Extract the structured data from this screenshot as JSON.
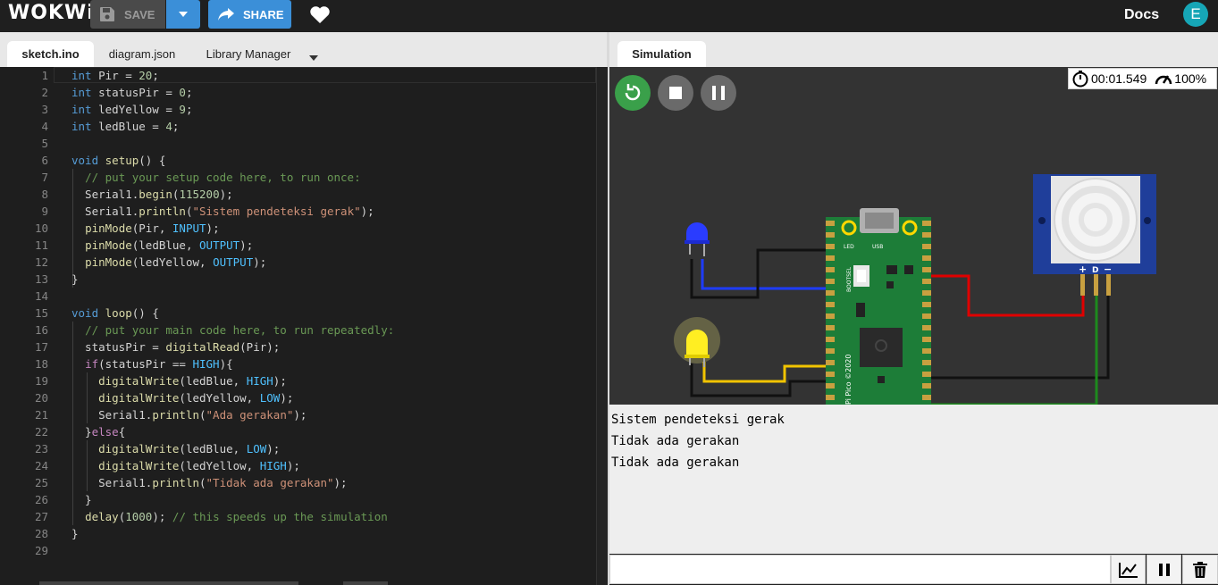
{
  "header": {
    "logo": "WOKWi",
    "save_label": "SAVE",
    "share_label": "SHARE",
    "docs_label": "Docs",
    "avatar_initial": "E"
  },
  "editor_tabs": [
    {
      "label": "sketch.ino",
      "active": true
    },
    {
      "label": "diagram.json",
      "active": false
    },
    {
      "label": "Library Manager",
      "active": false
    }
  ],
  "simulation": {
    "tab_label": "Simulation",
    "timer": "00:01.549",
    "speed": "100%",
    "board_labels": {
      "led": "LED",
      "usb": "USB",
      "bootsel": "BOOTSEL",
      "pico": "Pi Pico ©2020"
    },
    "pir_pins": [
      "+",
      "D",
      "−"
    ]
  },
  "serial_monitor": {
    "lines": [
      "Sistem pendeteksi gerak",
      "Tidak ada gerakan",
      "Tidak ada gerakan"
    ]
  },
  "code_lines": [
    "int Pir = 20;",
    "int statusPir = 0;",
    "int ledYellow = 9;",
    "int ledBlue = 4;",
    "",
    "void setup() {",
    "  // put your setup code here, to run once:",
    "  Serial1.begin(115200);",
    "  Serial1.println(\"Sistem pendeteksi gerak\");",
    "  pinMode(Pir, INPUT);",
    "  pinMode(ledBlue, OUTPUT);",
    "  pinMode(ledYellow, OUTPUT);",
    "}",
    "",
    "void loop() {",
    "  // put your main code here, to run repeatedly:",
    "  statusPir = digitalRead(Pir);",
    "  if(statusPir == HIGH){",
    "    digitalWrite(ledBlue, HIGH);",
    "    digitalWrite(ledYellow, LOW);",
    "    Serial1.println(\"Ada gerakan\");",
    "  }else{",
    "    digitalWrite(ledBlue, LOW);",
    "    digitalWrite(ledYellow, HIGH);",
    "    Serial1.println(\"Tidak ada gerakan\");",
    "  }",
    "  delay(1000); // this speeds up the simulation",
    "}",
    ""
  ],
  "colors": {
    "accent": "#3b8fd8",
    "restart": "#3aa04a",
    "avatar": "#16a6b6"
  }
}
